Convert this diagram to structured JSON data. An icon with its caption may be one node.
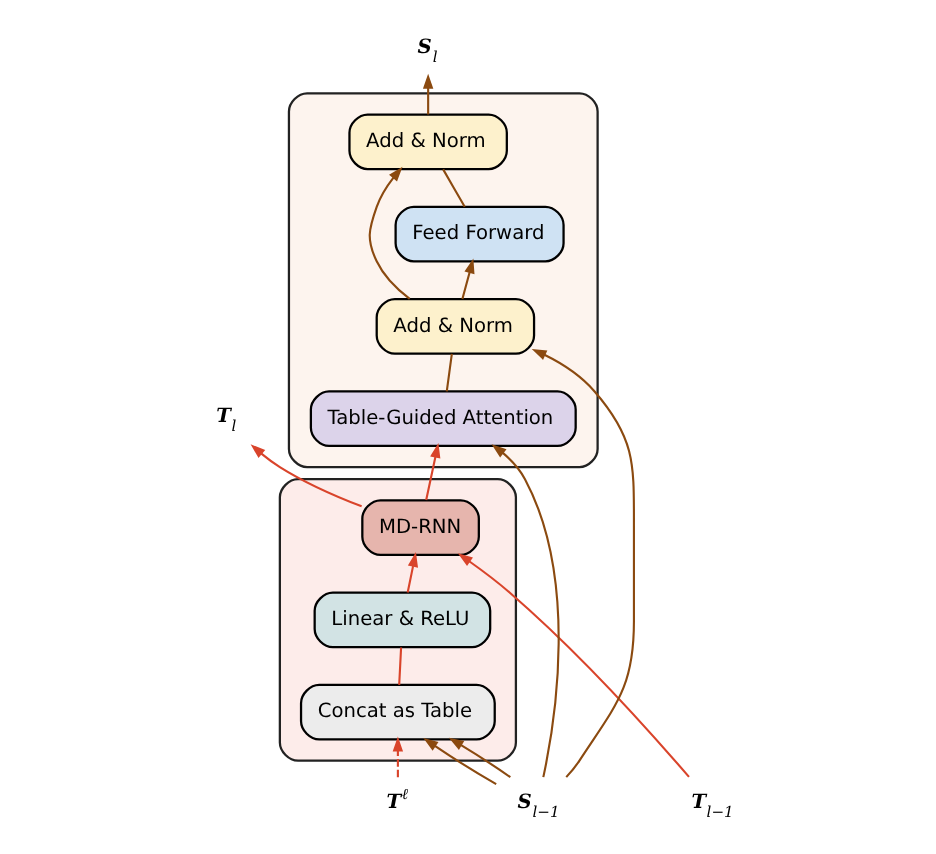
{
  "diagram": {
    "nodes": [
      {
        "text": [],
        "shape": "box"
      },
      {
        "text": [
          "MD-RNN"
        ],
        "in": 0
      },
      {
        "text": [
          "Linear & ReLU"
        ],
        "in": 0
      },
      {
        "text": [
          "Concat as Table"
        ],
        "in": 0
      },
      {
        "text": [],
        "shape": "box"
      },
      {
        "text": [
          "Add & Norm"
        ],
        "in": 4
      },
      {
        "text": [
          "Feed Forward"
        ],
        "in": 4
      },
      {
        "text": [
          "Add & Norm"
        ],
        "in": 4
      },
      {
        "text": [
          "Table-Guided Attention"
        ],
        "in": 4
      },
      {
        "text": [
          "**S**$_{l}$"
        ]
      },
      {
        "text": [
          "**T**$_{l}$"
        ]
      },
      {
        "text": [
          "**T**$^{ℓ}$"
        ]
      },
      {
        "text": [
          "**T**$_{l−1}$"
        ]
      },
      {
        "text": [
          "**S**$_{l−1}$"
        ]
      }
    ],
    "edges": [
      {
        "from": 12,
        "to": 1,
        "arrow": "to",
        "color": "#d9442b"
      },
      {
        "from": 11,
        "to": 3,
        "arrow": "to",
        "style": "dashed",
        "color": "#d9442b"
      },
      {
        "from": 3,
        "to": 2,
        "arrow": "none",
        "color": "#d9442b"
      },
      {
        "from": 2,
        "to": 1,
        "arrow": "to",
        "color": "#d9442b"
      },
      {
        "from": 1,
        "to": 10,
        "arrow": "to",
        "color": "#d9442b"
      },
      {
        "from": 1,
        "to": 8,
        "arrow": "to",
        "color": "#d9442b"
      },
      {
        "from": 13,
        "to": 3,
        "arrow": "to"
      },
      {
        "from": 13,
        "to": 3,
        "arrow": "to"
      },
      {
        "from": 13,
        "to": 8,
        "arrow": "to"
      },
      {
        "from": 13,
        "to": 7,
        "arrow": "to"
      },
      {
        "from": 8,
        "to": 7,
        "arrow": "none"
      },
      {
        "from": 7,
        "to": 6,
        "arrow": "to"
      },
      {
        "from": 7,
        "to": 5,
        "arrow": "to"
      },
      {
        "from": 6,
        "to": 5,
        "arrow": "none"
      },
      {
        "from": 5,
        "to": 9,
        "arrow": "to"
      }
    ]
  }
}
